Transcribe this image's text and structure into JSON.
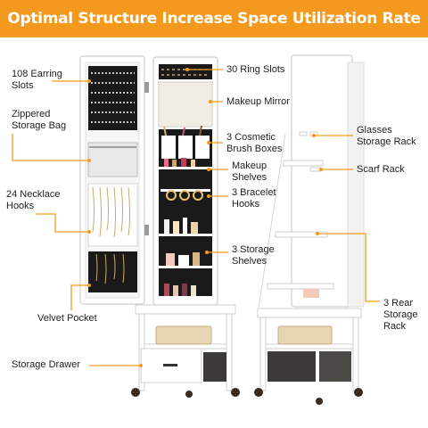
{
  "banner": {
    "title": "Optimal Structure Increase Space Utilization Rate"
  },
  "colors": {
    "banner": "#f39a1e",
    "leader_line": "#f39a1e",
    "cabinet_white": "#ffffff",
    "cabinet_interior": "#1a1a1a",
    "wood_outline": "#d8d8d8"
  },
  "labels": {
    "earring_slots": "108 Earring\nSlots",
    "zippered_bag": "Zippered\nStorage Bag",
    "necklace_hooks": "24 Necklace\nHooks",
    "velvet_pocket": "Velvet Pocket",
    "storage_drawer": "Storage Drawer",
    "ring_slots": "30 Ring Slots",
    "makeup_mirror": "Makeup Mirror",
    "brush_boxes": "3 Cosmetic\nBrush Boxes",
    "makeup_shelves": "Makeup\nShelves",
    "bracelet_hooks": "3 Bracelet\nHooks",
    "storage_shelves": "3 Storage\nShelves",
    "glasses_rack": "Glasses\nStorage Rack",
    "scarf_rack": "Scarf Rack",
    "rear_rack": "3 Rear\nStorage\nRack"
  }
}
